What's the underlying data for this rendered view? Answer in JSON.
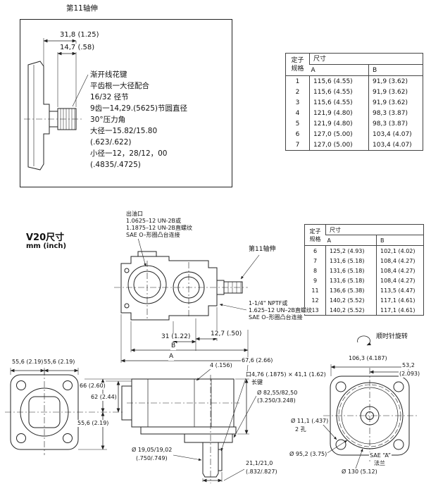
{
  "titles": {
    "shaft_section": "第11轴伸",
    "v20": "V20尺寸",
    "units": "mm (inch)"
  },
  "shaft_detail": {
    "dim_total": "31,8 (1.25)",
    "dim_spline": "14,7 (.58)",
    "notes": [
      "渐开线花键",
      "平齿根一大径配合",
      "16/32 径节",
      "9齿一14,29.(5625)节圆直径",
      "30°压力角",
      "大径一15.82/15.80",
      "(.623/.622)",
      "小径一12，28/12，00",
      "(.4835/.4725)"
    ]
  },
  "table_top": {
    "spec_header_l1": "定子",
    "spec_header_l2": "规格",
    "dims_header": "尺寸",
    "col_a": "A",
    "col_b": "B",
    "rows": [
      [
        "1",
        "115,6 (4.55)",
        "91,9 (3.62)"
      ],
      [
        "2",
        "115,6 (4.55)",
        "91,9 (3.62)"
      ],
      [
        "3",
        "115,6 (4.55)",
        "91,9 (3.62)"
      ],
      [
        "4",
        "121,9 (4.80)",
        "98,3 (3.87)"
      ],
      [
        "5",
        "121,9 (4.80)",
        "98,3 (3.87)"
      ],
      [
        "6",
        "127,0 (5.00)",
        "103,4 (4.07)"
      ],
      [
        "7",
        "127,0 (5.00)",
        "103,4 (4.07)"
      ]
    ]
  },
  "table_mid": {
    "spec_header_l1": "定子",
    "spec_header_l2": "规格",
    "dims_header": "尺寸",
    "col_a": "A",
    "col_b": "B",
    "rows": [
      [
        "6",
        "125,2 (4.93)",
        "102,1 (4.02)"
      ],
      [
        "7",
        "131,6 (5.18)",
        "108,4 (4.27)"
      ],
      [
        "8",
        "131,6 (5.18)",
        "108,4 (4.27)"
      ],
      [
        "9",
        "131,6 (5.18)",
        "108,4 (4.27)"
      ],
      [
        "11",
        "136,6 (5.38)",
        "113,5 (4.47)"
      ],
      [
        "12",
        "140,2 (5.52)",
        "117,1 (4.61)"
      ],
      [
        "13",
        "140,2 (5.52)",
        "117,1 (4.61)"
      ]
    ]
  },
  "outlet_note": {
    "l1": "出油口",
    "l2": "1.0625–12 UN-2B或",
    "l3": "1.1875–12 UN-2B直螺纹",
    "l4": "SAE O–形圈凸台连接"
  },
  "inlet_note": {
    "l1": "1-1/4\" NPTF或",
    "l2": "1.625–12 UN–2B直螺纹",
    "l3": "SAE O–形圈凸台连接"
  },
  "callouts": {
    "shaft_ref": "第11轴伸",
    "rotation": "顺时针旋转"
  },
  "top_view": {
    "dim_31": "31 (1.22)",
    "dim_12_7": "12,7 (.50)",
    "dim_b": "B",
    "dim_a": "A"
  },
  "front_view": {
    "dim_top_left": "55,6 (2.19)",
    "dim_top_right": "55,6 (2.19)",
    "dim_66": "66 (2.60)",
    "dim_62": "62 (2.44)",
    "dim_556": "55,6 (2.19)"
  },
  "side_view": {
    "dim_4": "4 (.156)",
    "dim_67_6": "67,6 (2.66)",
    "key_spec": "口4,76 (.1875) × 41,1 (1.62)",
    "key_label": "长键",
    "pilot_l1": "Ø 82,55/82,50",
    "pilot_l2": "(3.250/3.248)",
    "shaft_l1": "Ø 19,05/19,02",
    "shaft_l2": "(.750/.749)",
    "key_h_l1": "21,1/21,0",
    "key_h_l2": "(.832/.827)"
  },
  "rear_view": {
    "dim_106_3": "106,3 (4.187)",
    "dim_53_2_l1": "53,2",
    "dim_53_2_l2": "(2.093)",
    "holes_l1": "Ø 11,1 (.437)",
    "holes_l2": "2 孔",
    "bolt_circle": "Ø 95,2 (3.75)",
    "outer_dia": "Ø 130 (5.12)",
    "flange_l1": "SAE “A”",
    "flange_l2": "法兰"
  }
}
